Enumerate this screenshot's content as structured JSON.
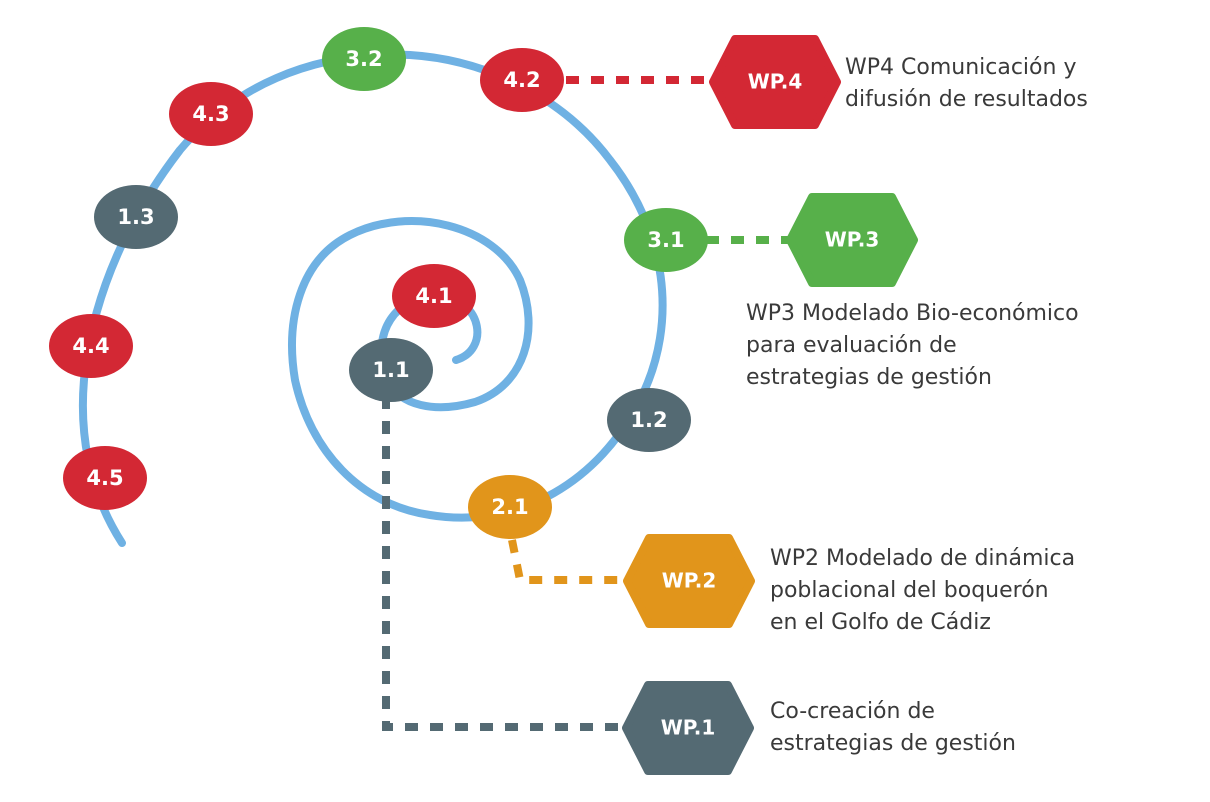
{
  "colors": {
    "spiral": "#6fb1e3",
    "red": "#d32834",
    "green": "#57b04a",
    "orange": "#e1951b",
    "slate": "#546a73"
  },
  "nodes": [
    {
      "id": "n-3-2",
      "label": "3.2",
      "group": "green"
    },
    {
      "id": "n-4-2",
      "label": "4.2",
      "group": "red"
    },
    {
      "id": "n-4-3",
      "label": "4.3",
      "group": "red"
    },
    {
      "id": "n-1-3",
      "label": "1.3",
      "group": "slate"
    },
    {
      "id": "n-3-1",
      "label": "3.1",
      "group": "green"
    },
    {
      "id": "n-4-4",
      "label": "4.4",
      "group": "red"
    },
    {
      "id": "n-4-1",
      "label": "4.1",
      "group": "red"
    },
    {
      "id": "n-1-1",
      "label": "1.1",
      "group": "slate"
    },
    {
      "id": "n-1-2",
      "label": "1.2",
      "group": "slate"
    },
    {
      "id": "n-4-5",
      "label": "4.5",
      "group": "red"
    },
    {
      "id": "n-2-1",
      "label": "2.1",
      "group": "orange"
    }
  ],
  "work_packages": [
    {
      "id": "wp4",
      "label": "WP.4",
      "group": "red",
      "description": [
        "WP4 Comunicación y",
        "difusión de resultados"
      ]
    },
    {
      "id": "wp3",
      "label": "WP.3",
      "group": "green",
      "description": [
        "WP3 Modelado Bio-económico",
        "para evaluación de",
        "estrategias de gestión"
      ]
    },
    {
      "id": "wp2",
      "label": "WP.2",
      "group": "orange",
      "description": [
        "WP2 Modelado de dinámica",
        "poblacional del boquerón",
        "en el Golfo de Cádiz"
      ]
    },
    {
      "id": "wp1",
      "label": "WP.1",
      "group": "slate",
      "description": [
        "Co-creación de",
        "estrategias de gestión"
      ]
    }
  ]
}
